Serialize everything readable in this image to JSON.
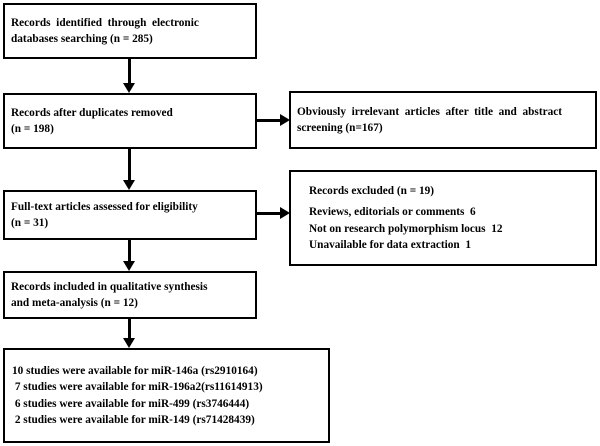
{
  "diagram": {
    "type": "prisma-flow-diagram",
    "colors": {
      "stroke": "#000000",
      "background": "#ffffff",
      "text": "#000000"
    },
    "nodes": {
      "identified": {
        "lines": [
          "Records  identified  through  electronic",
          "databases searching (n = 285)"
        ]
      },
      "duplicates": {
        "lines": [
          "Records after duplicates removed",
          "(n = 198)"
        ]
      },
      "fulltext": {
        "lines": [
          "Full-text articles assessed for eligibility",
          "(n = 31)"
        ]
      },
      "included": {
        "lines": [
          "Records included in qualitative synthesis",
          "and meta-analysis (n = 12)"
        ]
      },
      "studies": {
        "lines": [
          "10 studies were available for miR-146a (rs2910164)",
          " 7 studies were available for miR-196a2(rs11614913)",
          " 6 studies were available for miR-499 (rs3746444)",
          " 2 studies were available for miR-149 (rs71428439)"
        ]
      },
      "irrelevant": {
        "lines": [
          "Obviously  irrelevant  articles  after  title  and  abstract",
          "screening (n=167)"
        ]
      },
      "excluded": {
        "lines": [
          "Records excluded (n = 19)",
          "Reviews, editorials or comments  6",
          "Not on research polymorphism locus  12",
          "Unavailable for data extraction  1"
        ]
      }
    },
    "connectors": [
      {
        "name": "identified-to-duplicates",
        "direction": "down"
      },
      {
        "name": "duplicates-to-fulltext",
        "direction": "down"
      },
      {
        "name": "fulltext-to-included",
        "direction": "down"
      },
      {
        "name": "included-to-studies",
        "direction": "down"
      },
      {
        "name": "duplicates-to-irrelevant",
        "direction": "right"
      },
      {
        "name": "fulltext-to-excluded",
        "direction": "right"
      }
    ]
  }
}
